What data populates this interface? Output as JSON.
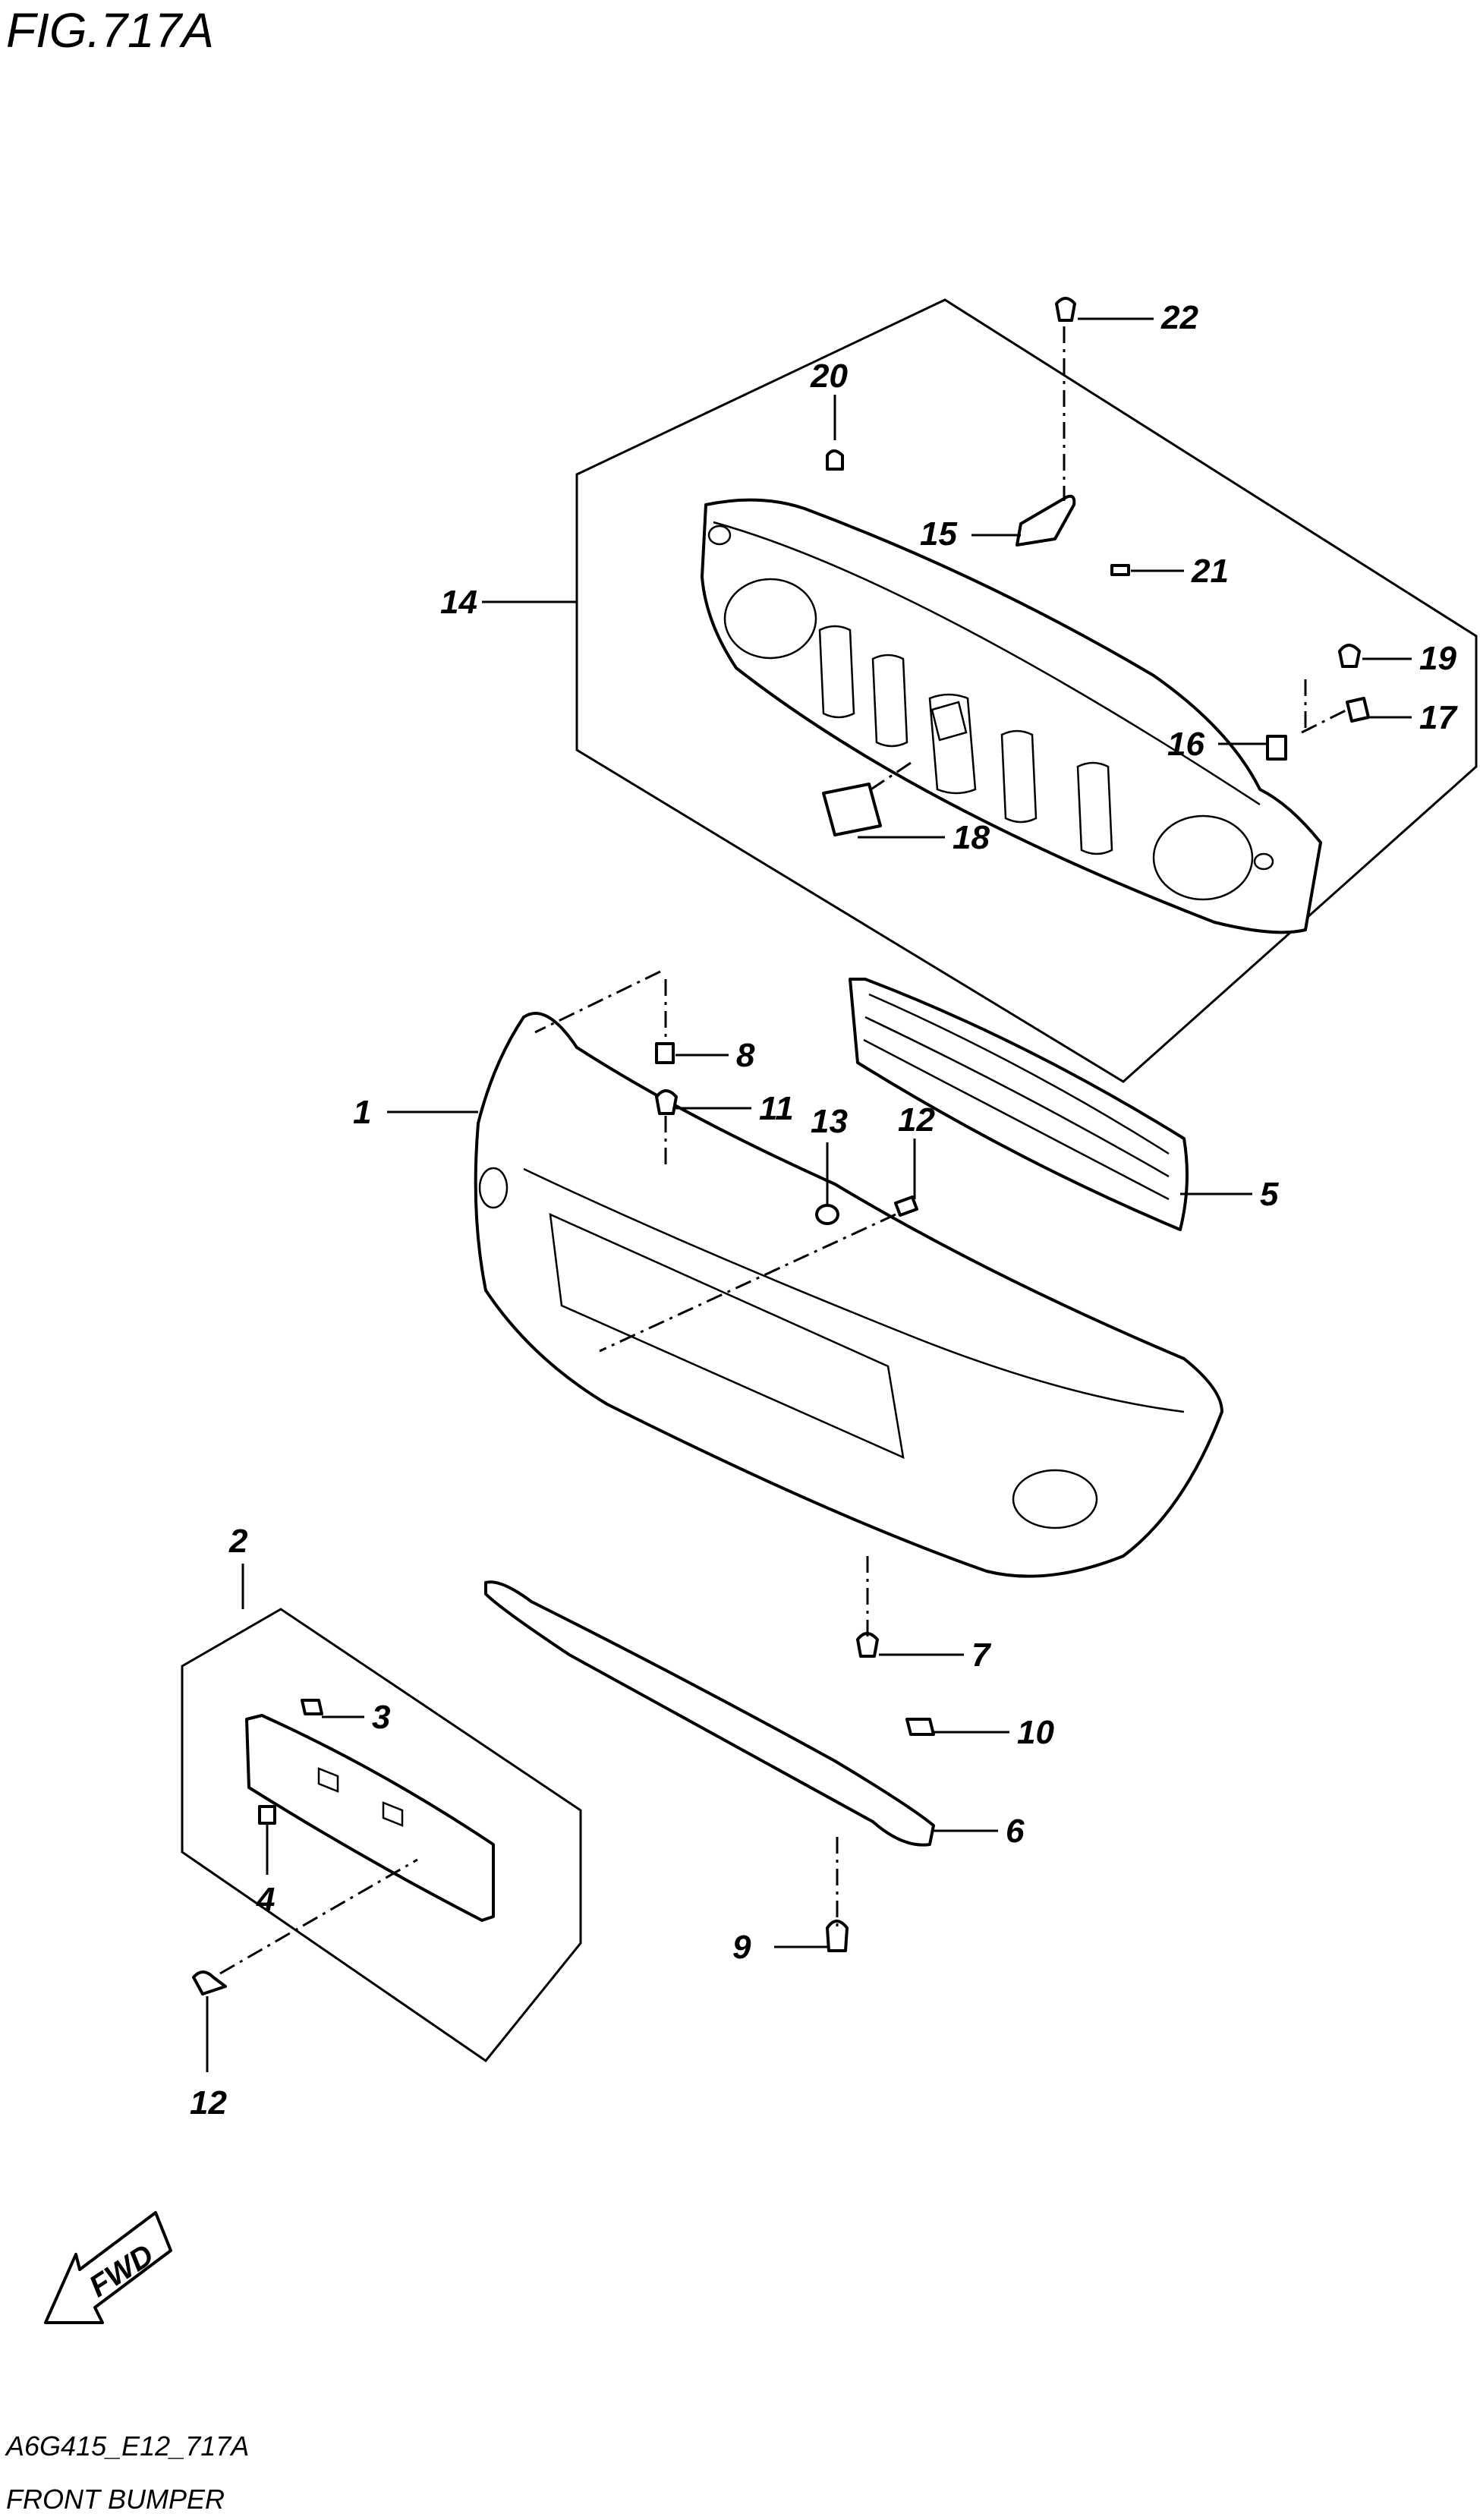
{
  "figure": {
    "title": "FIG.717A",
    "code": "A6G415_E12_717A",
    "name": "FRONT BUMPER",
    "fwd_label": "FWD"
  },
  "callouts": [
    {
      "id": "c1",
      "text": "1"
    },
    {
      "id": "c2",
      "text": "2"
    },
    {
      "id": "c3",
      "text": "3"
    },
    {
      "id": "c4",
      "text": "4"
    },
    {
      "id": "c5",
      "text": "5"
    },
    {
      "id": "c6",
      "text": "6"
    },
    {
      "id": "c7",
      "text": "7"
    },
    {
      "id": "c8",
      "text": "8"
    },
    {
      "id": "c9",
      "text": "9"
    },
    {
      "id": "c10",
      "text": "10"
    },
    {
      "id": "c11",
      "text": "11"
    },
    {
      "id": "c12a",
      "text": "12"
    },
    {
      "id": "c12b",
      "text": "12"
    },
    {
      "id": "c13",
      "text": "13"
    },
    {
      "id": "c14",
      "text": "14"
    },
    {
      "id": "c15",
      "text": "15"
    },
    {
      "id": "c16",
      "text": "16"
    },
    {
      "id": "c17",
      "text": "17"
    },
    {
      "id": "c18",
      "text": "18"
    },
    {
      "id": "c19",
      "text": "19"
    },
    {
      "id": "c20",
      "text": "20"
    },
    {
      "id": "c21",
      "text": "21"
    },
    {
      "id": "c22",
      "text": "22"
    }
  ]
}
